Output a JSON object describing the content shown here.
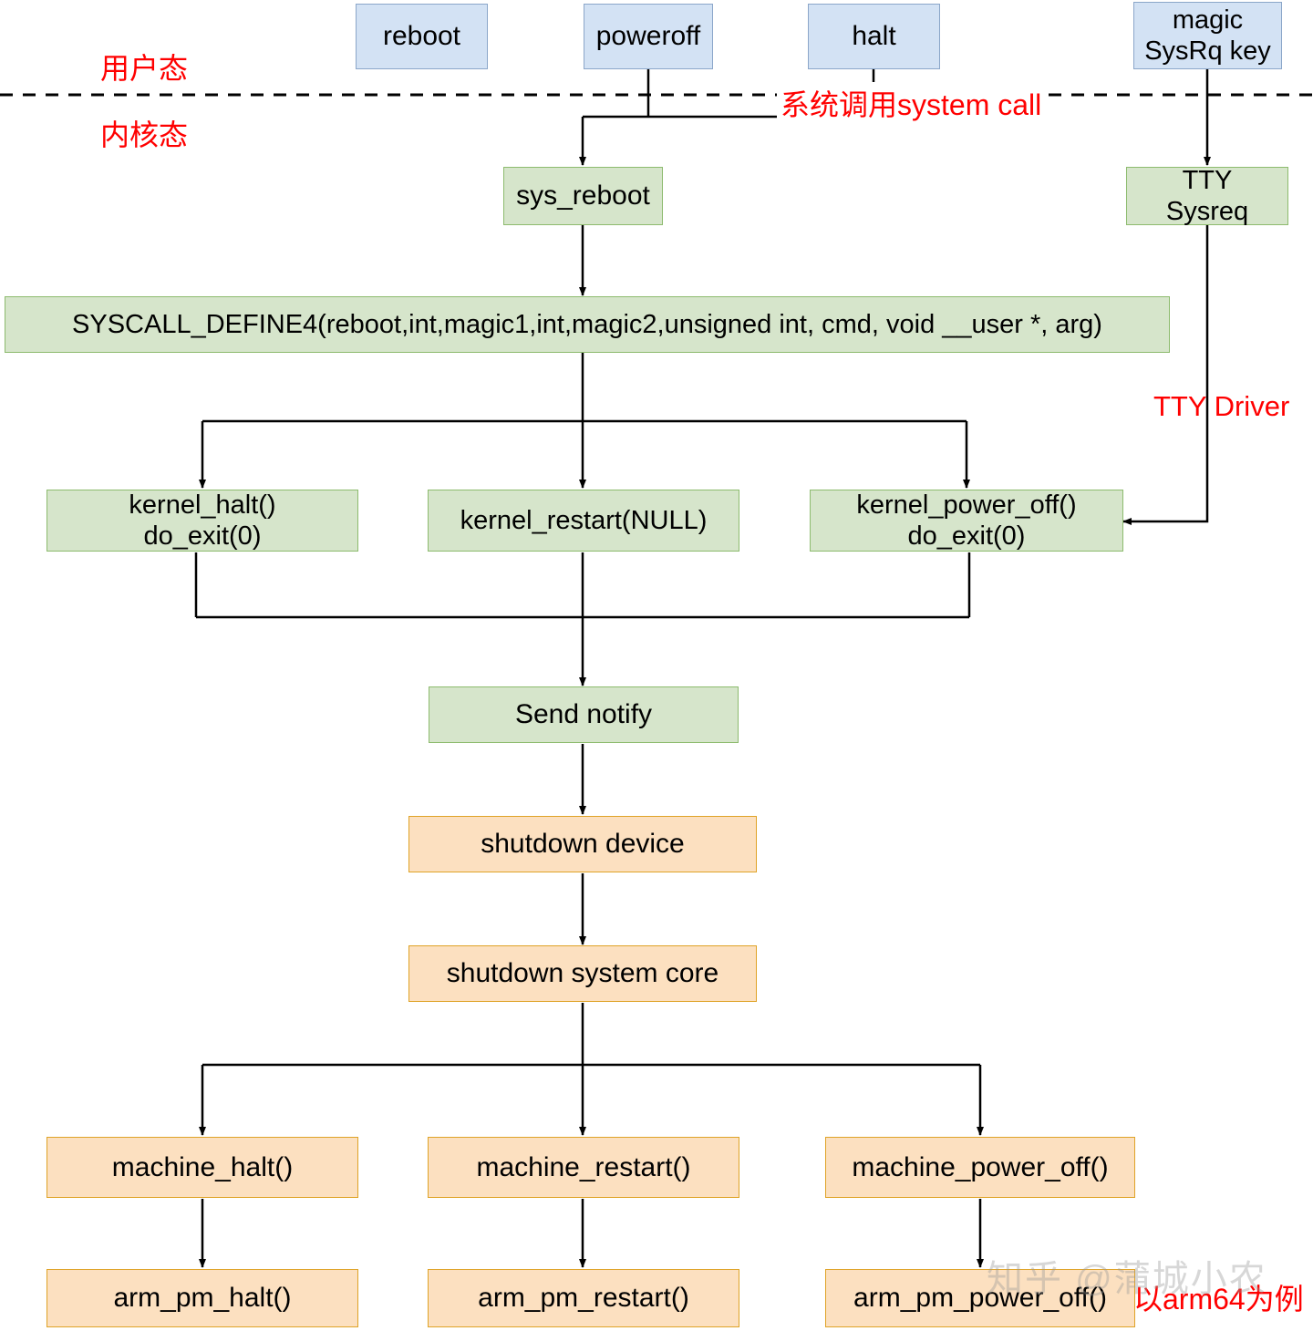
{
  "diagram": {
    "title": "Linux reboot/poweroff/halt kernel call flow",
    "colors": {
      "userspace_box_fill": "#d3e2f4",
      "userspace_box_border": "#8ba6c9",
      "kernel_box_fill": "#d6e5cb",
      "kernel_box_border": "#8dbb6e",
      "machine_box_fill": "#fce0c0",
      "machine_box_border": "#dfa327",
      "annotation": "#ff0000",
      "wire": "#000000"
    },
    "nodes": {
      "reboot": "reboot",
      "poweroff": "poweroff",
      "halt": "halt",
      "magic_sysrq": "magic\nSysRq key",
      "sys_reboot": "sys_reboot",
      "tty_sysreq": "TTY\nSysreq",
      "syscall_define4": "SYSCALL_DEFINE4(reboot,int,magic1,int,magic2,unsigned int, cmd, void __user *, arg)",
      "kernel_halt": "kernel_halt()\ndo_exit(0)",
      "kernel_restart": "kernel_restart(NULL)",
      "kernel_power_off": "kernel_power_off()\ndo_exit(0)",
      "send_notify": "Send notify",
      "shutdown_device": "shutdown device",
      "shutdown_system_core": "shutdown system core",
      "machine_halt": "machine_halt()",
      "machine_restart": "machine_restart()",
      "machine_power_off": "machine_power_off()",
      "arm_pm_halt": "arm_pm_halt()",
      "arm_pm_restart": "arm_pm_restart()",
      "arm_pm_power_off": "arm_pm_power_off()"
    },
    "annotations": {
      "user_mode": "用户态",
      "kernel_mode": "内核态",
      "system_call": "系统调用system call",
      "tty_driver": "TTY Driver",
      "arm64_example": "以arm64为例"
    },
    "watermark": "知乎 @蒲城小农"
  }
}
